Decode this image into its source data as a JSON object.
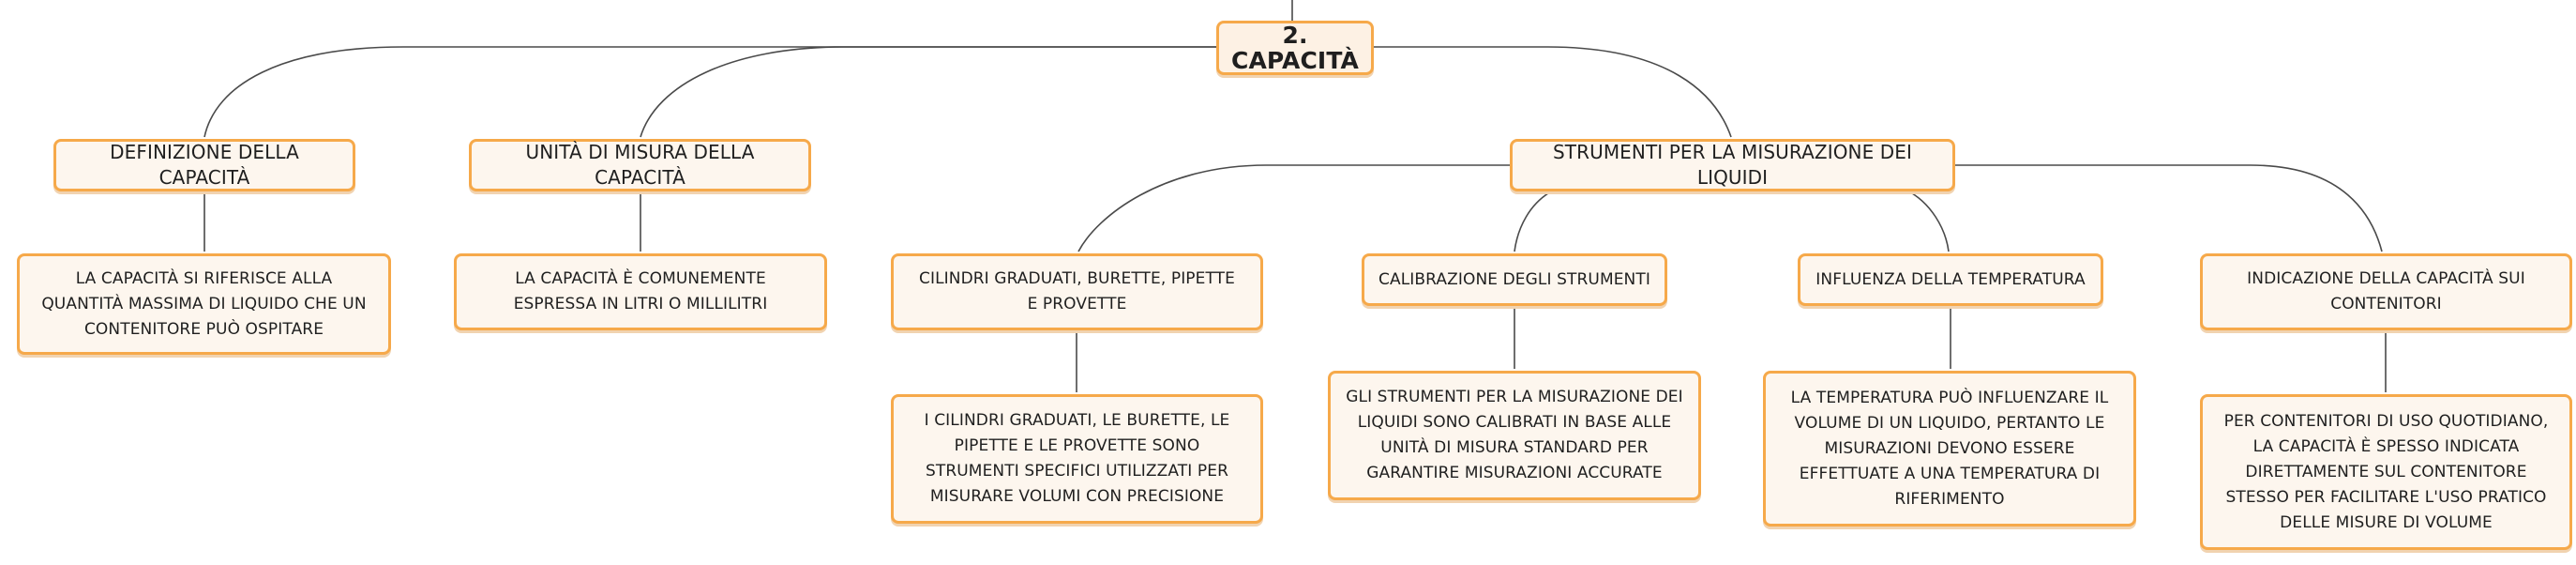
{
  "root": {
    "label": "2. CAPACITÀ"
  },
  "topics": [
    {
      "label": "DEFINIZIONE DELLA CAPACITÀ",
      "detail": "LA CAPACITÀ SI RIFERISCE ALLA QUANTITÀ MASSIMA DI LIQUIDO CHE UN CONTENITORE PUÒ OSPITARE"
    },
    {
      "label": "UNITÀ DI MISURA DELLA CAPACITÀ",
      "detail": "LA CAPACITÀ È COMUNEMENTE ESPRESSA IN LITRI O MILLILITRI"
    },
    {
      "label": "STRUMENTI PER LA MISURAZIONE DEI LIQUIDI",
      "subtopics": [
        {
          "label": "CILINDRI GRADUATI, BURETTE, PIPETTE E PROVETTE",
          "detail": "I CILINDRI GRADUATI, LE BURETTE, LE PIPETTE E LE PROVETTE SONO STRUMENTI SPECIFICI UTILIZZATI PER MISURARE VOLUMI CON PRECISIONE"
        },
        {
          "label": "CALIBRAZIONE DEGLI STRUMENTI",
          "detail": "GLI STRUMENTI PER LA MISURAZIONE DEI LIQUIDI SONO CALIBRATI IN BASE ALLE UNITÀ DI MISURA STANDARD PER GARANTIRE MISURAZIONI ACCURATE"
        },
        {
          "label": "INFLUENZA DELLA TEMPERATURA",
          "detail": "LA TEMPERATURA PUÒ INFLUENZARE IL VOLUME DI UN LIQUIDO, PERTANTO LE MISURAZIONI DEVONO ESSERE EFFETTUATE A UNA TEMPERATURA DI RIFERIMENTO"
        },
        {
          "label": "INDICAZIONE DELLA CAPACITÀ SUI CONTENITORI",
          "detail": "PER CONTENITORI DI USO QUOTIDIANO, LA CAPACITÀ È SPESSO INDICATA DIRETTAMENTE SUL CONTENITORE STESSO PER FACILITARE L'USO PRATICO DELLE MISURE DI VOLUME"
        }
      ]
    }
  ],
  "colors": {
    "node_border": "#f6a94a",
    "node_fill": "#fdf6ee",
    "connector": "#4a4a4a"
  }
}
